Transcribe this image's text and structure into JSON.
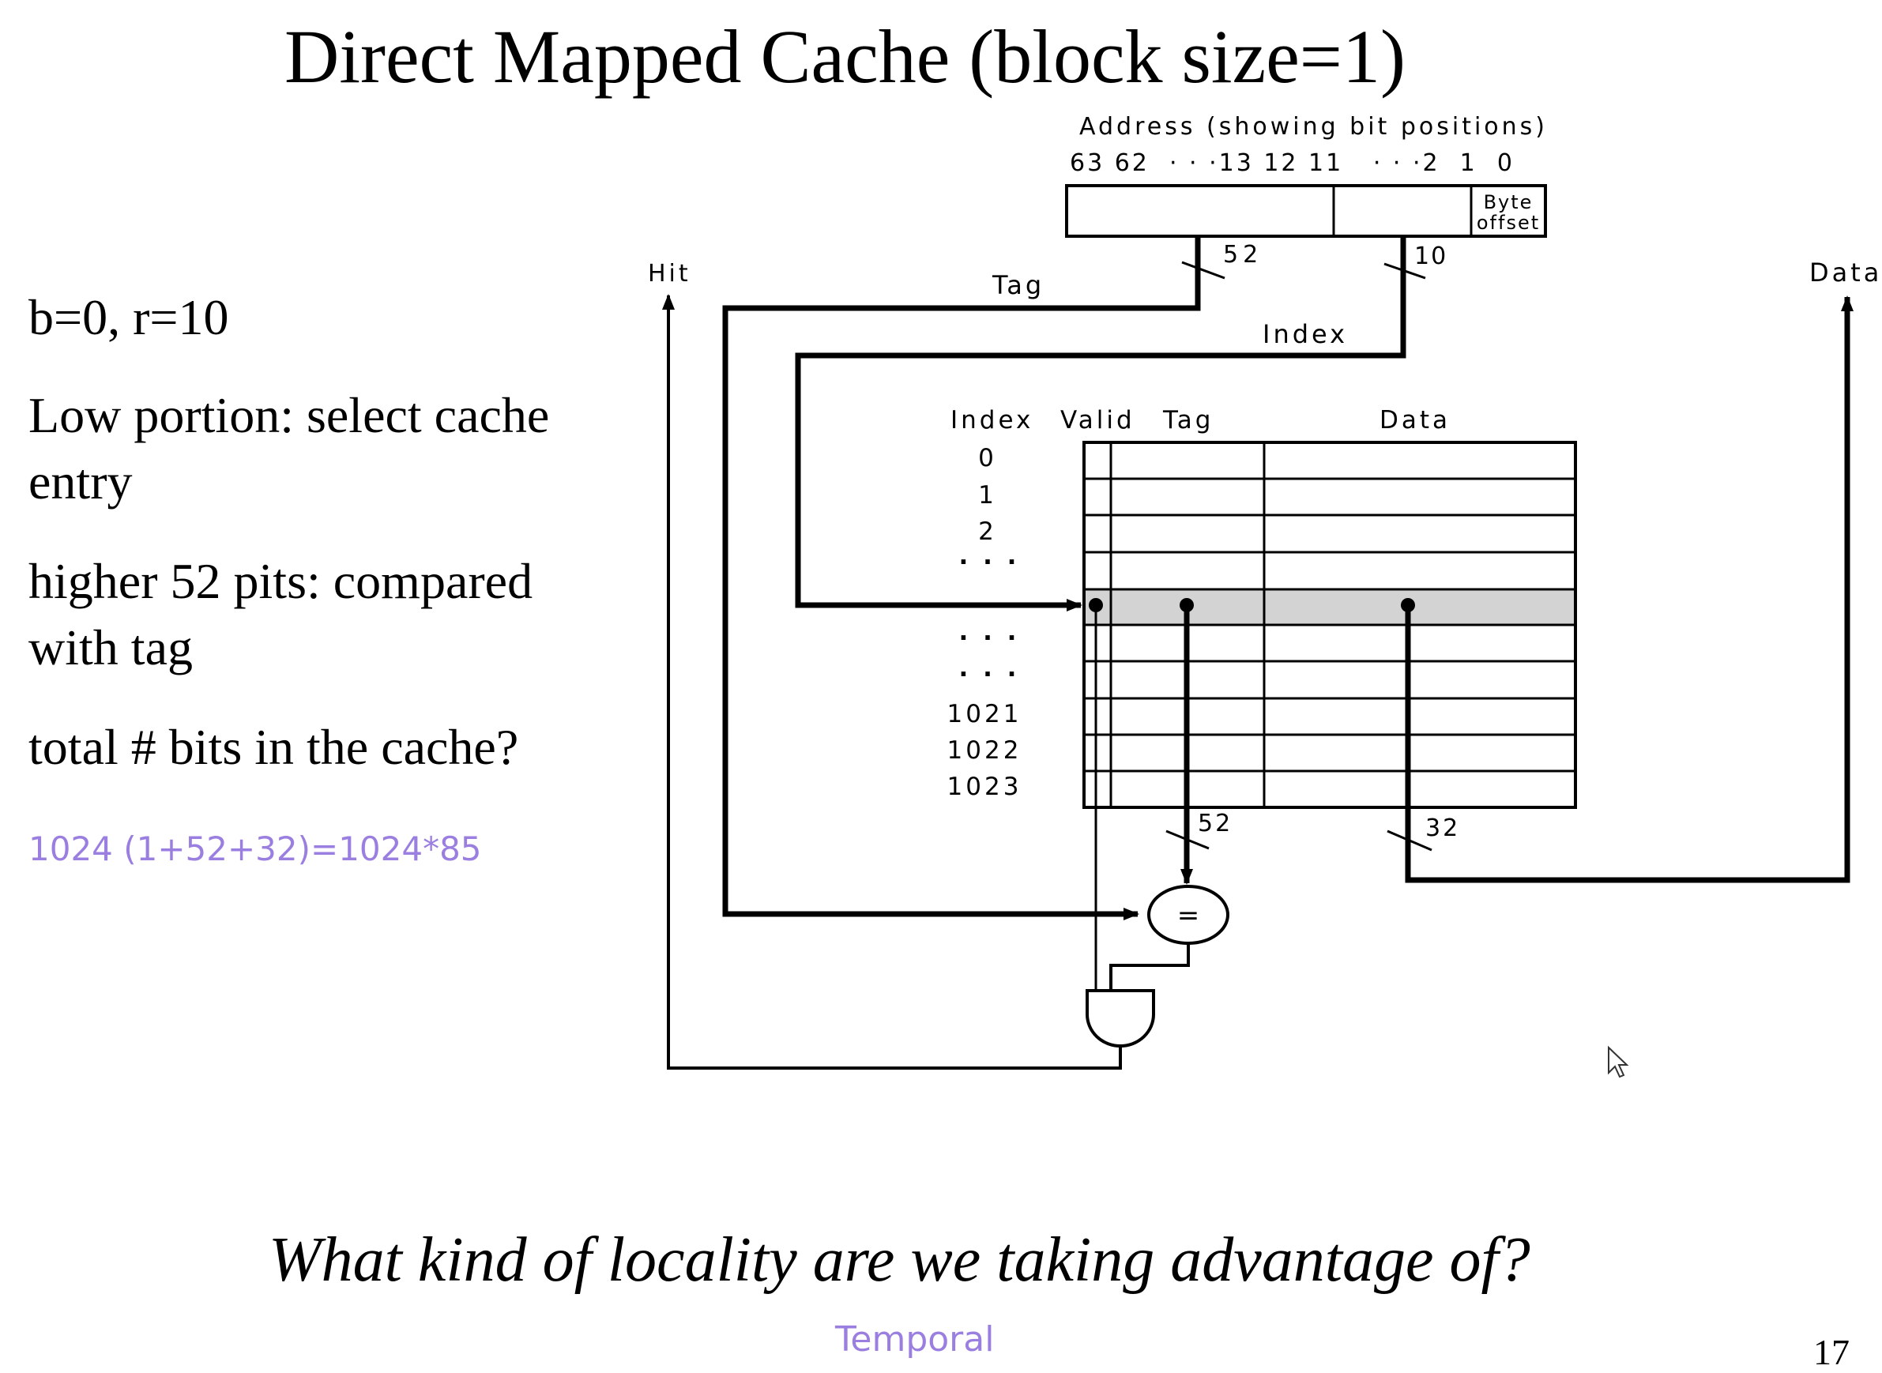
{
  "slide": {
    "title": "Direct Mapped Cache (block size=1)",
    "page_number": "17",
    "bullets": [
      "b=0, r=10",
      "Low portion: select cache entry",
      "higher 52 pits: compared with tag",
      "total # bits in the cache?"
    ],
    "answer_bits": "1024 (1+52+32)=1024*85",
    "question": "What kind of locality are we taking advantage of?",
    "answer_locality": "Temporal",
    "annotation_color": "#9b7fe0"
  },
  "diagram": {
    "address_caption": "Address (showing bit positions)",
    "bit_positions": "63 62  · · ·13 12 11   · · ·2  1  0",
    "byte_offset_line1": "Byte",
    "byte_offset_line2": "offset",
    "tag_label": "Tag",
    "index_label": "Index",
    "hit_label": "Hit",
    "data_label": "Data",
    "tag_width": "52",
    "index_width": "10",
    "table_headers": {
      "index": "Index",
      "valid": "Valid",
      "tag": "Tag",
      "data": "Data"
    },
    "row_indices": [
      "0",
      "1",
      "2",
      "· · ·",
      "· · ·",
      "· · ·",
      "1021",
      "1022",
      "1023"
    ],
    "tag_out_width": "52",
    "data_out_width": "32",
    "comparator_symbol": "=",
    "highlight_color": "#d3d3d3"
  }
}
